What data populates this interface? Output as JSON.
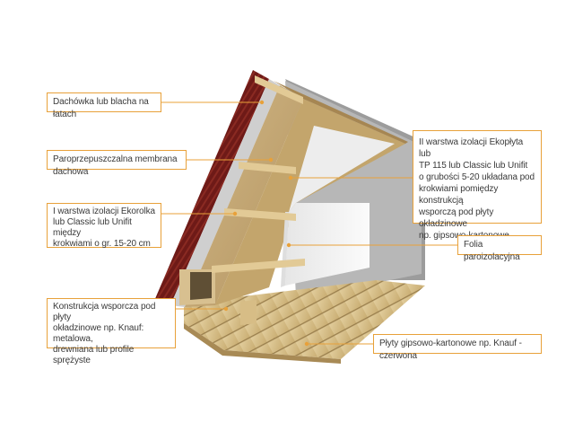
{
  "diagram": {
    "labels": {
      "roof_tiles": "Dachówka lub blacha na łatach",
      "membrane": "Paroprzepuszczalna membrana dachowa",
      "insulation_layer_1": "I warstwa izolacji  Ekorolka\nlub Classic lub Unifit między\nkrokwiami o gr. 15-20 cm",
      "support_structure": "Konstrukcja wsporcza pod płyty\nokładzinowe np. Knauf: metalowa,\ndrewniana lub profile sprężyste",
      "insulation_layer_2": "II warstwa izolacji  Ekopłyta lub\nTP 115 lub Classic lub Unifit\no  grubości 5-20 układana pod\nkrokwiami pomiędzy konstrukcją\nwsporczą pod płyty okładzinowe\nnp. gipsowo-kartonowe",
      "vapour_foil": "Folia paroizolacyjna",
      "plasterboard": "Płyty gipsowo-kartonowe np. Knauf - czerwona"
    },
    "colors": {
      "leader": "#e8a13a",
      "callout_border": "#e8a13a",
      "roof_tile": "#7a1e1a",
      "wood": "#d9c08a",
      "insulation": "#c6ab70",
      "plasterboard": "#f4f4f4",
      "floor": "#d7c08e"
    }
  }
}
